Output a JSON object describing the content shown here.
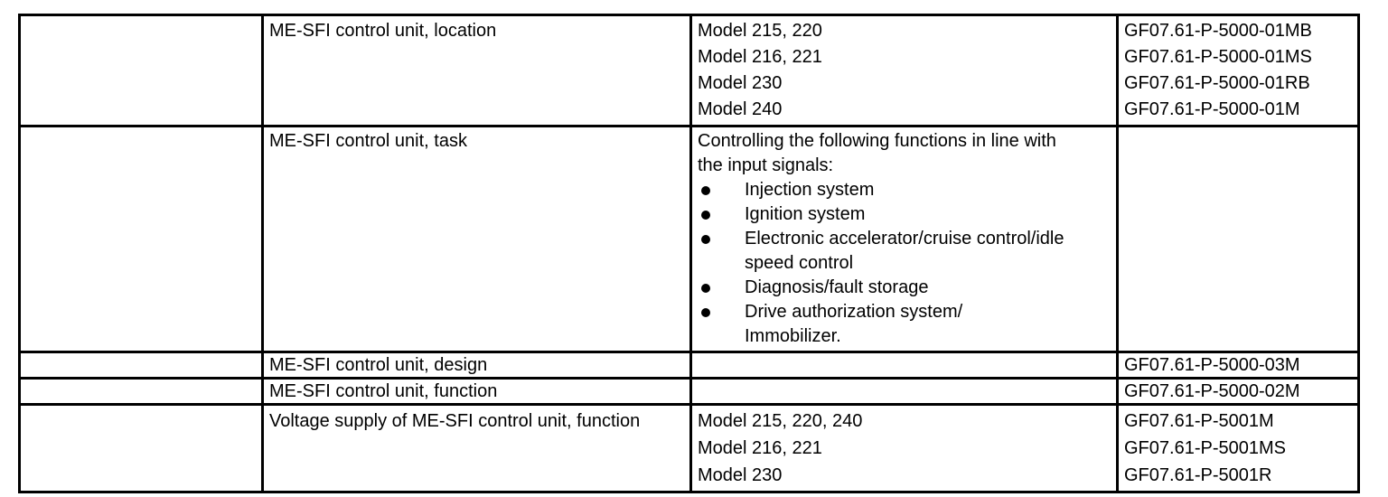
{
  "colors": {
    "background": "#ffffff",
    "border": "#000000",
    "text": "#000000"
  },
  "table": {
    "rows": [
      {
        "description": "ME-SFI control unit, location",
        "models": [
          "Model 215, 220",
          "Model 216, 221",
          "Model 230",
          "Model 240"
        ],
        "codes": [
          "GF07.61-P-5000-01MB",
          "GF07.61-P-5000-01MS",
          "GF07.61-P-5000-01RB",
          "GF07.61-P-5000-01M"
        ]
      },
      {
        "description": "ME-SFI control unit, task",
        "task_intro": [
          "Controlling the following functions in line with",
          "the input signals:"
        ],
        "task_bullets": [
          {
            "lines": [
              "Injection system"
            ]
          },
          {
            "lines": [
              "Ignition system"
            ]
          },
          {
            "lines": [
              "Electronic accelerator/cruise control/idle",
              "speed control"
            ]
          },
          {
            "lines": [
              "Diagnosis/fault storage"
            ]
          },
          {
            "lines": [
              "Drive authorization system/",
              "Immobilizer."
            ]
          }
        ]
      },
      {
        "description": "ME-SFI control unit, design",
        "codes": [
          "GF07.61-P-5000-03M"
        ]
      },
      {
        "description": "ME-SFI control unit, function",
        "codes": [
          "GF07.61-P-5000-02M"
        ]
      },
      {
        "description": "Voltage supply of ME-SFI control unit, function",
        "models": [
          "Model 215, 220, 240",
          "Model 216, 221",
          "Model 230"
        ],
        "codes": [
          "GF07.61-P-5001M",
          "GF07.61-P-5001MS",
          "GF07.61-P-5001R"
        ]
      }
    ]
  }
}
